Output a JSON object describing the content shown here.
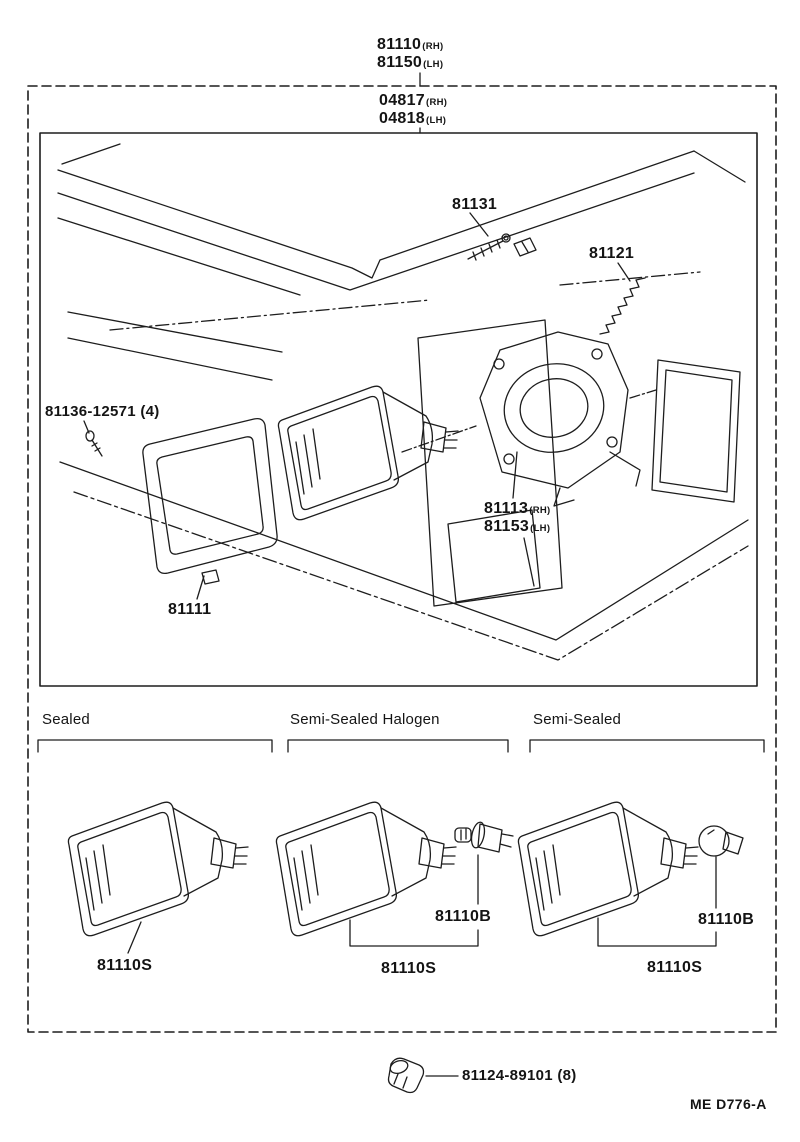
{
  "header": {
    "assembly": {
      "rh": {
        "number": "81110",
        "suffix": "(RH)"
      },
      "lh": {
        "number": "81150",
        "suffix": "(LH)"
      }
    },
    "subassembly": {
      "rh": {
        "number": "04817",
        "suffix": "(RH)"
      },
      "lh": {
        "number": "04818",
        "suffix": "(LH)"
      }
    }
  },
  "main_diagram": {
    "labels": {
      "retaining_screw": "81131",
      "spring": "81121",
      "mounting_screw": "81136-12571 (4)",
      "mounting_rh": {
        "number": "81113",
        "suffix": "(RH)"
      },
      "mounting_lh": {
        "number": "81153",
        "suffix": "(LH)"
      },
      "bezel": "81111"
    }
  },
  "variants": {
    "sealed": {
      "title": "Sealed",
      "unit_label": "81110S"
    },
    "semi_sealed_halogen": {
      "title": "Semi-Sealed Halogen",
      "unit_label": "81110S",
      "bulb_label": "81110B"
    },
    "semi_sealed": {
      "title": "Semi-Sealed",
      "unit_label": "81110S",
      "bulb_label": "81110B"
    }
  },
  "footer": {
    "clip_label": "81124-89101 (8)",
    "drawing_code": "ME D776-A"
  }
}
